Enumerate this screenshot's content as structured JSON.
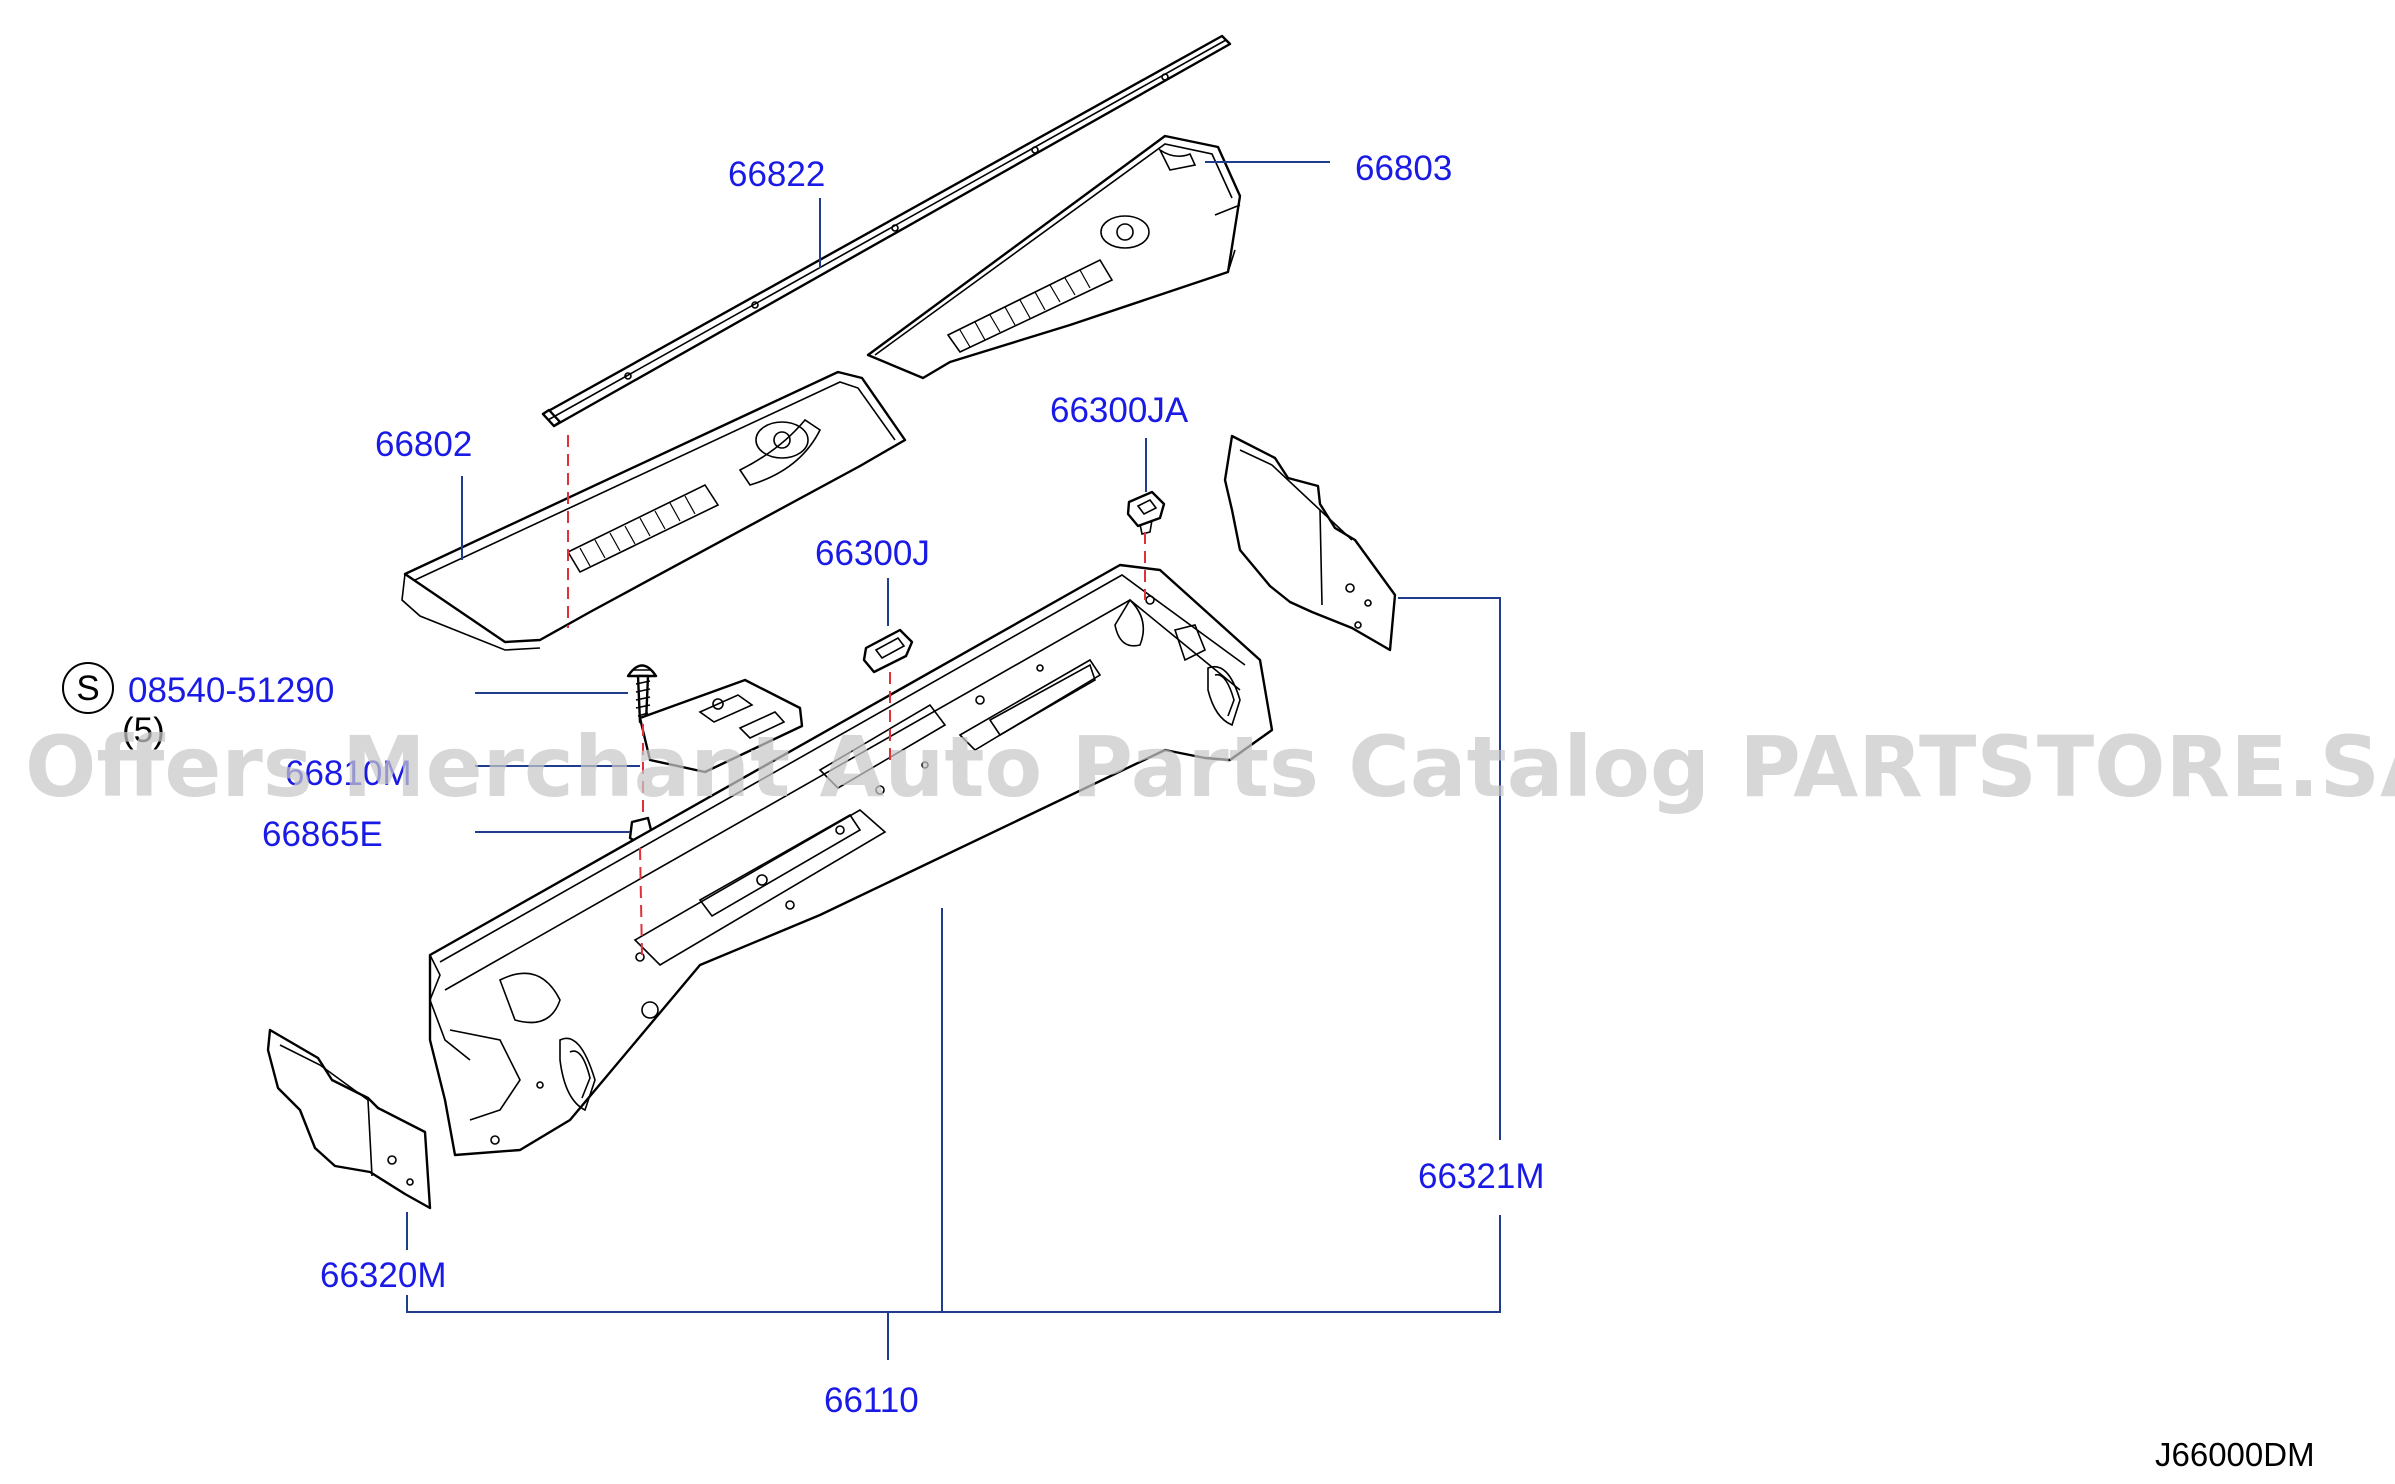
{
  "diagram": {
    "parts": [
      {
        "id": "66822",
        "label": "66822"
      },
      {
        "id": "66803",
        "label": "66803"
      },
      {
        "id": "66802",
        "label": "66802"
      },
      {
        "id": "66300JA",
        "label": "66300JA"
      },
      {
        "id": "66300J",
        "label": "66300J"
      },
      {
        "id": "08540-51290",
        "label": "08540-51290",
        "symbol": "S",
        "quantity": "(5)"
      },
      {
        "id": "66810M",
        "label": "66810M"
      },
      {
        "id": "66865E",
        "label": "66865E"
      },
      {
        "id": "66321M",
        "label": "66321M"
      },
      {
        "id": "66320M",
        "label": "66320M"
      },
      {
        "id": "66110",
        "label": "66110"
      }
    ],
    "diagram_code": "J66000DM",
    "watermark": "Offers Merchant Auto Parts Catalog PARTSTORE.SA",
    "colors": {
      "label": "#1a1ae6",
      "leader": "#1f3d8c",
      "hidden_line": "#e0303a",
      "watermark": "#c8c8c8"
    }
  }
}
